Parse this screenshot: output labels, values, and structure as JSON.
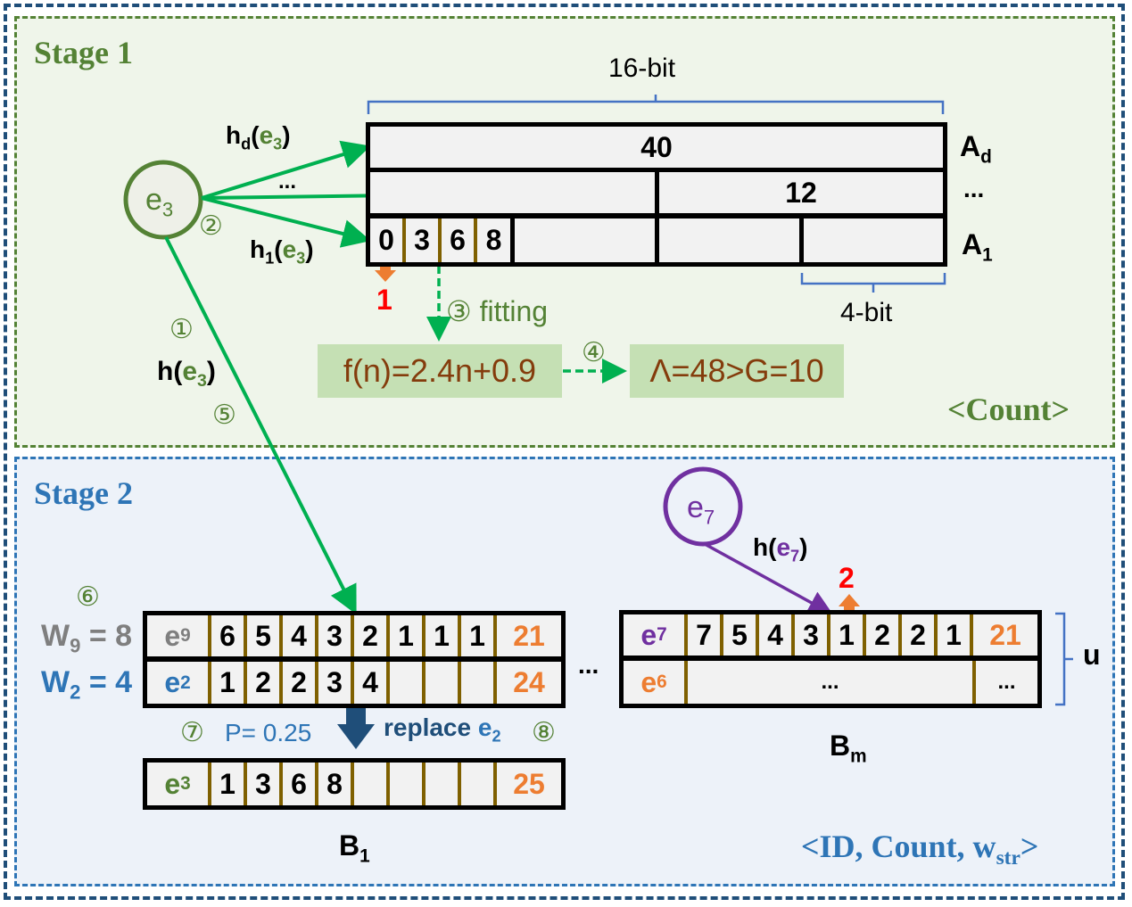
{
  "stage1": {
    "title": "Stage 1",
    "tag": "<Count>",
    "element": {
      "base": "e",
      "sub": "3"
    },
    "step_2": "②",
    "hash_labels": [
      {
        "base": "h",
        "sub": "d",
        "arg_base": "e",
        "arg_sub": "3"
      },
      {
        "text": "..."
      },
      {
        "base": "h",
        "sub": "1",
        "arg_base": "e",
        "arg_sub": "3"
      }
    ],
    "width_top_label": "16-bit",
    "width_bottom_label": "4-bit",
    "arrays": [
      {
        "name": {
          "base": "A",
          "sub": "d"
        },
        "values": [
          "40"
        ]
      },
      {
        "name": {
          "text": "..."
        },
        "values": [
          "",
          "12"
        ]
      },
      {
        "name": {
          "base": "A",
          "sub": "1"
        },
        "values": [
          "0",
          "3",
          "6",
          "8",
          "",
          "",
          ""
        ]
      }
    ],
    "increment_value": "1",
    "step_3": "③ fitting",
    "formula": "f(n)=2.4n+0.9",
    "step_4": "④",
    "threshold": "Λ=48>G=10",
    "step_1": "①",
    "h_e3": {
      "base": "h(",
      "arg_base": "e",
      "arg_sub": "3",
      "close": ")"
    },
    "step_5": "⑤"
  },
  "stage2": {
    "title": "Stage 2",
    "tag": {
      "prefix": "<ID, Count, w",
      "sub": "str",
      "suffix": ">"
    },
    "step_6": "⑥",
    "weights": [
      {
        "base": "W",
        "sub": "9",
        "value": " = 8",
        "color": "#7f7f7f"
      },
      {
        "base": "W",
        "sub": "2",
        "value": " = 4",
        "color": "#2e75b6"
      }
    ],
    "bucket_1": {
      "label": {
        "base": "B",
        "sub": "1"
      },
      "rows": [
        {
          "id": {
            "base": "e",
            "sub": "9",
            "color": "#7f7f7f"
          },
          "counts": [
            "6",
            "5",
            "4",
            "3",
            "2",
            "1",
            "1",
            "1"
          ],
          "total": "21"
        },
        {
          "id": {
            "base": "e",
            "sub": "2",
            "color": "#2e75b6"
          },
          "counts": [
            "1",
            "2",
            "2",
            "3",
            "4",
            "",
            "",
            ""
          ],
          "total": "24"
        }
      ],
      "step_7": "⑦",
      "probability": "P= 0.25",
      "replace_label": {
        "text": "replace ",
        "base": "e",
        "sub": "2"
      },
      "step_8": "⑧",
      "new_row": {
        "id": {
          "base": "e",
          "sub": "3",
          "color": "#548235"
        },
        "counts": [
          "1",
          "3",
          "6",
          "8",
          "",
          "",
          "",
          ""
        ],
        "total": "25"
      }
    },
    "ellipsis_between": "...",
    "bucket_m": {
      "label": {
        "base": "B",
        "sub": "m"
      },
      "element": {
        "base": "e",
        "sub": "7"
      },
      "hash_label": {
        "base": "h(",
        "arg_base": "e",
        "arg_sub": "7",
        "close": ")"
      },
      "increment_value": "2",
      "rows": [
        {
          "id": {
            "base": "e",
            "sub": "7",
            "color": "#7030a0"
          },
          "counts": [
            "7",
            "5",
            "4",
            "3",
            "1",
            "2",
            "2",
            "1"
          ],
          "total": "21"
        },
        {
          "id": {
            "base": "e",
            "sub": "6",
            "color": "#ed7d31"
          },
          "counts_text": "...",
          "total": "..."
        }
      ],
      "brace_label": "u"
    }
  },
  "colors": {
    "outer_border": "#1f4e79",
    "stage1_border": "#548235",
    "stage2_border": "#2e75b6",
    "arrow_green": "#00b050",
    "arrow_purple": "#7030a0",
    "count_orange": "#ed7d31",
    "increment_red": "#ff0000",
    "divider_brown": "#7f6000"
  }
}
